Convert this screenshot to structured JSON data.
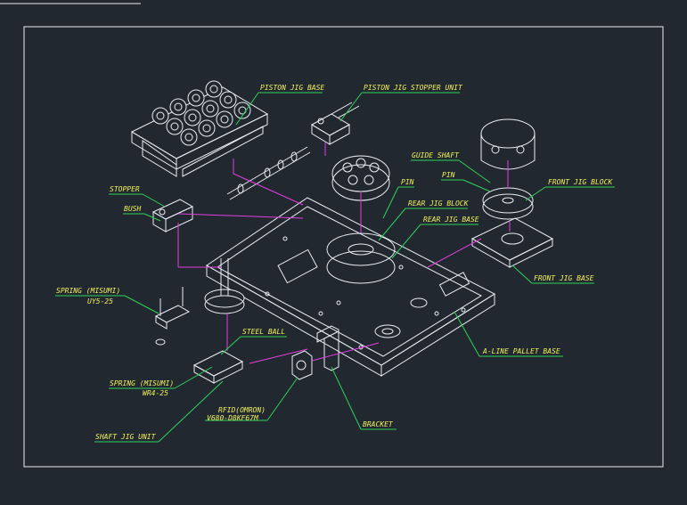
{
  "labels": {
    "piston_jig_base": "PISTON JIG BASE",
    "piston_jig_stopper_unit": "PISTON JIG STOPPER UNIT",
    "guide_shaft": "GUIDE SHAFT",
    "pin_left": "PIN",
    "pin_right": "PIN",
    "front_jig_block": "FRONT JIG BLOCK",
    "rear_jig_block": "REAR JIG BLOCK",
    "rear_jig_base": "REAR JIG BASE",
    "stopper": "STOPPER",
    "bush": "BUSH",
    "front_jig_base": "FRONT JIG BASE",
    "spring_misumi_1": "SPRING (MISUMI)",
    "spring_misumi_1_code": "UY5-25",
    "steel_ball": "STEEL BALL",
    "spring_misumi_2": "SPRING (MISUMI)",
    "spring_misumi_2_code": "WR4-25",
    "a_line_pallet_base": "A-LINE PALLET BASE",
    "rfid": "RFID(OMRON)",
    "rfid_code": "V680-D8KF67M",
    "shaft_jig_unit": "SHAFT JIG UNIT",
    "bracket": "BRACKET"
  },
  "colors": {
    "background": "#212830",
    "linework": "#e9eef2",
    "label_text": "#f2f25a",
    "leader_lines": "#2fd25a",
    "hidden_lines": "#e23ee0"
  }
}
